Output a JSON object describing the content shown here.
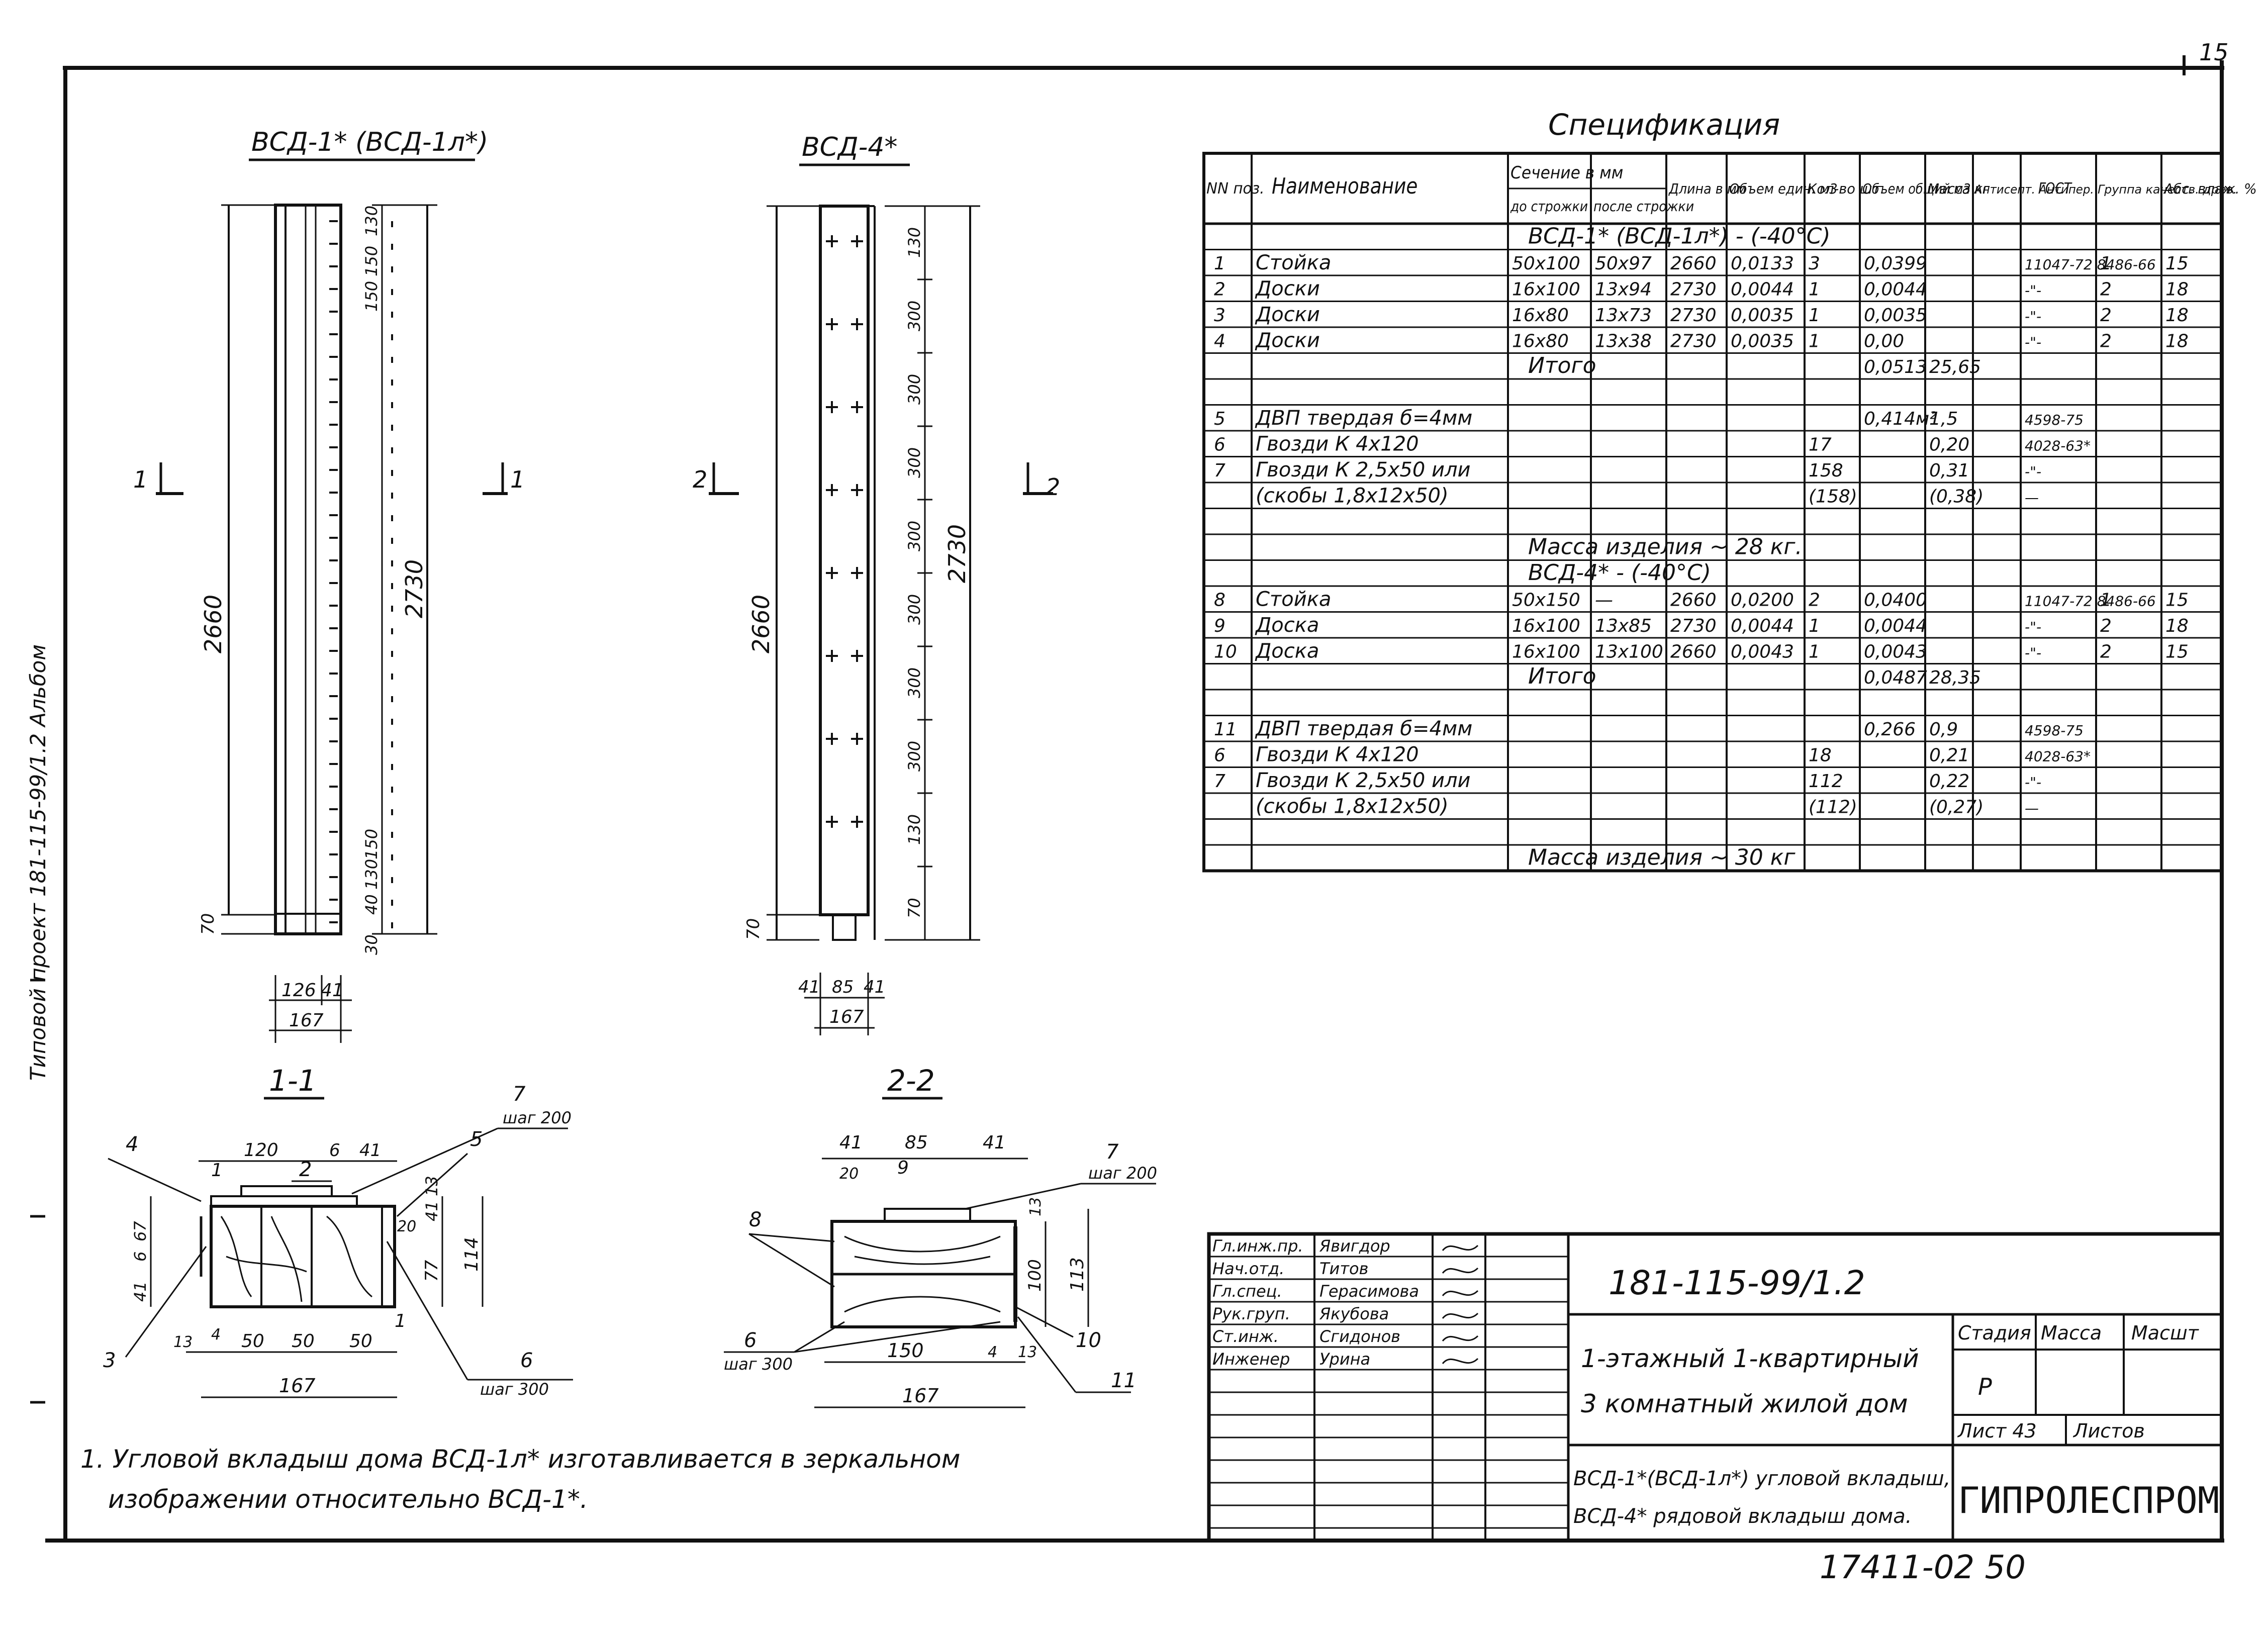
{
  "page_number": "15",
  "left_margin_text": "Типовой проект 181-115-99/1.2 Альбом",
  "drawing_a": {
    "title": "ВСД-1* (ВСД-1л*)",
    "overall_length": "2660",
    "length_with_boards": "2730",
    "width_parts": [
      "126",
      "41"
    ],
    "total_width": "167",
    "bottom_offset": "70",
    "top_dims": [
      "130",
      "150",
      "150"
    ],
    "bottom_dims": [
      "130",
      "150",
      "40",
      "30"
    ],
    "section_mark_left": "1",
    "section_mark_right": "1"
  },
  "drawing_b": {
    "title": "ВСД-4*",
    "overall_length": "2660",
    "length_with_boards": "2730",
    "width_parts": [
      "41",
      "85",
      "41"
    ],
    "total_width": "167",
    "bottom_offset": "70",
    "spacing_dims": [
      "130",
      "300",
      "300",
      "300",
      "300",
      "300",
      "300",
      "300",
      "130",
      "70"
    ],
    "section_mark_left": "2",
    "section_mark_right": "2"
  },
  "section_1": {
    "title": "1-1",
    "dims_top": [
      "120",
      "6",
      "41"
    ],
    "dims_left": [
      "41",
      "6",
      "67"
    ],
    "dims_right": [
      "41",
      "13",
      "77",
      "114"
    ],
    "dims_bottom": [
      "13",
      "4",
      "50",
      "50",
      "50"
    ],
    "total_width": "167",
    "callouts": [
      "1",
      "2",
      "3",
      "4",
      "5",
      "6",
      "7"
    ],
    "step_7": "шаг 200",
    "step_6": "шаг 300",
    "small_dim": "20"
  },
  "section_2": {
    "title": "2-2",
    "dims_top": [
      "41",
      "85",
      "41"
    ],
    "dim_20": "20",
    "dims_right": [
      "13",
      "100",
      "113"
    ],
    "dims_bottom": [
      "150",
      "4",
      "13"
    ],
    "total_width": "167",
    "callouts": [
      "6",
      "7",
      "8",
      "9",
      "10",
      "11"
    ],
    "step_7": "шаг 200",
    "step_6": "шаг 300"
  },
  "note": {
    "line1": "1. Угловой вкладыш дома ВСД-1л* изготавливается в зеркальном",
    "line2": "изображении относительно ВСД-1*."
  },
  "spec": {
    "title": "Спецификация",
    "headers": {
      "pos": "NN поз.",
      "name": "Наименование",
      "section": "Сечение в мм",
      "before": "до строжки",
      "after": "после строжки",
      "length": "Длина в мм",
      "vol_unit": "Объем един. м3",
      "qty": "Кол-во шт.",
      "vol_total": "Объем общий м3",
      "mass": "Масса кг",
      "antisept": "Антисепт. Антипер.",
      "gost": "ГОСТ",
      "grade": "Группа качеств. древ.",
      "moist": "Абс. влаж. %"
    },
    "rows": [
      {
        "pos": "",
        "name": "",
        "before": "",
        "after": "",
        "len": "",
        "vu": "",
        "qty": "",
        "vt": "",
        "mass": "",
        "gost": "",
        "grade": "",
        "moist": "",
        "group": "ВСД-1* (ВСД-1л*) - (-40°С)"
      },
      {
        "pos": "1",
        "name": "Стойка",
        "before": "50x100",
        "after": "50x97",
        "len": "2660",
        "vu": "0,0133",
        "qty": "3",
        "vt": "0,0399",
        "mass": "",
        "gost": "11047-72 8486-66",
        "grade": "1",
        "moist": "15",
        "group": ""
      },
      {
        "pos": "2",
        "name": "Доски",
        "before": "16x100",
        "after": "13x94",
        "len": "2730",
        "vu": "0,0044",
        "qty": "1",
        "vt": "0,0044",
        "mass": "",
        "gost": "-\"-",
        "grade": "2",
        "moist": "18",
        "group": ""
      },
      {
        "pos": "3",
        "name": "Доски",
        "before": "16x80",
        "after": "13x73",
        "len": "2730",
        "vu": "0,0035",
        "qty": "1",
        "vt": "0,0035",
        "mass": "",
        "gost": "-\"-",
        "grade": "2",
        "moist": "18",
        "group": ""
      },
      {
        "pos": "4",
        "name": "Доски",
        "before": "16x80",
        "after": "13x38",
        "len": "2730",
        "vu": "0,0035",
        "qty": "1",
        "vt": "0,00",
        "mass": "",
        "gost": "-\"-",
        "grade": "2",
        "moist": "18",
        "group": ""
      },
      {
        "pos": "",
        "name": "",
        "before": "",
        "after": "",
        "len": "",
        "vu": "",
        "qty": "",
        "vt": "0,0513",
        "mass": "25,65",
        "gost": "",
        "grade": "",
        "moist": "",
        "group": "Итого"
      },
      {
        "pos": "",
        "name": "",
        "before": "",
        "after": "",
        "len": "",
        "vu": "",
        "qty": "",
        "vt": "",
        "mass": "",
        "gost": "",
        "grade": "",
        "moist": "",
        "group": ""
      },
      {
        "pos": "5",
        "name": "ДВП твердая б=4мм",
        "before": "",
        "after": "",
        "len": "",
        "vu": "",
        "qty": "",
        "vt": "0,414м²",
        "mass": "1,5",
        "gost": "4598-75",
        "grade": "",
        "moist": "",
        "group": ""
      },
      {
        "pos": "6",
        "name": "Гвозди К 4x120",
        "before": "",
        "after": "",
        "len": "",
        "vu": "",
        "qty": "17",
        "vt": "",
        "mass": "0,20",
        "gost": "4028-63*",
        "grade": "",
        "moist": "",
        "group": ""
      },
      {
        "pos": "7",
        "name": "Гвозди К 2,5x50 или",
        "before": "",
        "after": "",
        "len": "",
        "vu": "",
        "qty": "158",
        "vt": "",
        "mass": "0,31",
        "gost": "-\"-",
        "grade": "",
        "moist": "",
        "group": ""
      },
      {
        "pos": "",
        "name": "(скобы 1,8x12x50)",
        "before": "",
        "after": "",
        "len": "",
        "vu": "",
        "qty": "(158)",
        "vt": "",
        "mass": "(0,38)",
        "gost": "—",
        "grade": "",
        "moist": "",
        "group": ""
      },
      {
        "pos": "",
        "name": "",
        "before": "",
        "after": "",
        "len": "",
        "vu": "",
        "qty": "",
        "vt": "",
        "mass": "",
        "gost": "",
        "grade": "",
        "moist": "",
        "group": ""
      },
      {
        "pos": "",
        "name": "",
        "before": "",
        "after": "",
        "len": "",
        "vu": "",
        "qty": "",
        "vt": "",
        "mass": "",
        "gost": "",
        "grade": "",
        "moist": "",
        "group": "Масса изделия ~ 28 кг."
      },
      {
        "pos": "",
        "name": "",
        "before": "",
        "after": "",
        "len": "",
        "vu": "",
        "qty": "",
        "vt": "",
        "mass": "",
        "gost": "",
        "grade": "",
        "moist": "",
        "group": "ВСД-4* - (-40°С)"
      },
      {
        "pos": "8",
        "name": "Стойка",
        "before": "50x150",
        "after": "—",
        "len": "2660",
        "vu": "0,0200",
        "qty": "2",
        "vt": "0,0400",
        "mass": "",
        "gost": "11047-72 8486-66",
        "grade": "1",
        "moist": "15",
        "group": ""
      },
      {
        "pos": "9",
        "name": "Доска",
        "before": "16x100",
        "after": "13x85",
        "len": "2730",
        "vu": "0,0044",
        "qty": "1",
        "vt": "0,0044",
        "mass": "",
        "gost": "-\"-",
        "grade": "2",
        "moist": "18",
        "group": ""
      },
      {
        "pos": "10",
        "name": "Доска",
        "before": "16x100",
        "after": "13x100",
        "len": "2660",
        "vu": "0,0043",
        "qty": "1",
        "vt": "0,0043",
        "mass": "",
        "gost": "-\"-",
        "grade": "2",
        "moist": "15",
        "group": ""
      },
      {
        "pos": "",
        "name": "",
        "before": "",
        "after": "",
        "len": "",
        "vu": "",
        "qty": "",
        "vt": "0,0487",
        "mass": "28,35",
        "gost": "",
        "grade": "",
        "moist": "",
        "group": "Итого"
      },
      {
        "pos": "",
        "name": "",
        "before": "",
        "after": "",
        "len": "",
        "vu": "",
        "qty": "",
        "vt": "",
        "mass": "",
        "gost": "",
        "grade": "",
        "moist": "",
        "group": ""
      },
      {
        "pos": "11",
        "name": "ДВП твердая б=4мм",
        "before": "",
        "after": "",
        "len": "",
        "vu": "",
        "qty": "",
        "vt": "0,266",
        "mass": "0,9",
        "gost": "4598-75",
        "grade": "",
        "moist": "",
        "group": ""
      },
      {
        "pos": "6",
        "name": "Гвозди К 4x120",
        "before": "",
        "after": "",
        "len": "",
        "vu": "",
        "qty": "18",
        "vt": "",
        "mass": "0,21",
        "gost": "4028-63*",
        "grade": "",
        "moist": "",
        "group": ""
      },
      {
        "pos": "7",
        "name": "Гвозди К 2,5x50 или",
        "before": "",
        "after": "",
        "len": "",
        "vu": "",
        "qty": "112",
        "vt": "",
        "mass": "0,22",
        "gost": "-\"-",
        "grade": "",
        "moist": "",
        "group": ""
      },
      {
        "pos": "",
        "name": "(скобы 1,8x12x50)",
        "before": "",
        "after": "",
        "len": "",
        "vu": "",
        "qty": "(112)",
        "vt": "",
        "mass": "(0,27)",
        "gost": "—",
        "grade": "",
        "moist": "",
        "group": ""
      },
      {
        "pos": "",
        "name": "",
        "before": "",
        "after": "",
        "len": "",
        "vu": "",
        "qty": "",
        "vt": "",
        "mass": "",
        "gost": "",
        "grade": "",
        "moist": "",
        "group": ""
      },
      {
        "pos": "",
        "name": "",
        "before": "",
        "after": "",
        "len": "",
        "vu": "",
        "qty": "",
        "vt": "",
        "mass": "",
        "gost": "",
        "grade": "",
        "moist": "",
        "group": "Масса изделия ~ 30 кг"
      }
    ]
  },
  "title_block": {
    "roles": [
      {
        "role": "Гл.инж.пр.",
        "name": "Явигдор"
      },
      {
        "role": "Нач.отд.",
        "name": "Титов"
      },
      {
        "role": "Гл.спец.",
        "name": "Герасимова"
      },
      {
        "role": "Рук.груп.",
        "name": "Якубова"
      },
      {
        "role": "Ст.инж.",
        "name": "Сгидонов"
      },
      {
        "role": "Инженер",
        "name": "Урина"
      }
    ],
    "code": "181-115-99/1.2",
    "project_line1": "1-этажный 1-квартирный",
    "project_line2": "3 комнатный жилой дом",
    "sheet_desc1": "ВСД-1*(ВСД-1л*) угловой вкладыш,",
    "sheet_desc2": "ВСД-4* рядовой вкладыш дома.",
    "stage_label": "Стадия",
    "mass_label": "Масса",
    "scale_label": "Масшт",
    "stage_value": "Р",
    "sheet_label": "Лист 43",
    "sheets_label": "Листов",
    "org": "ГИПРОЛЕСПРОМ",
    "bottom_code": "17411-02 50"
  }
}
